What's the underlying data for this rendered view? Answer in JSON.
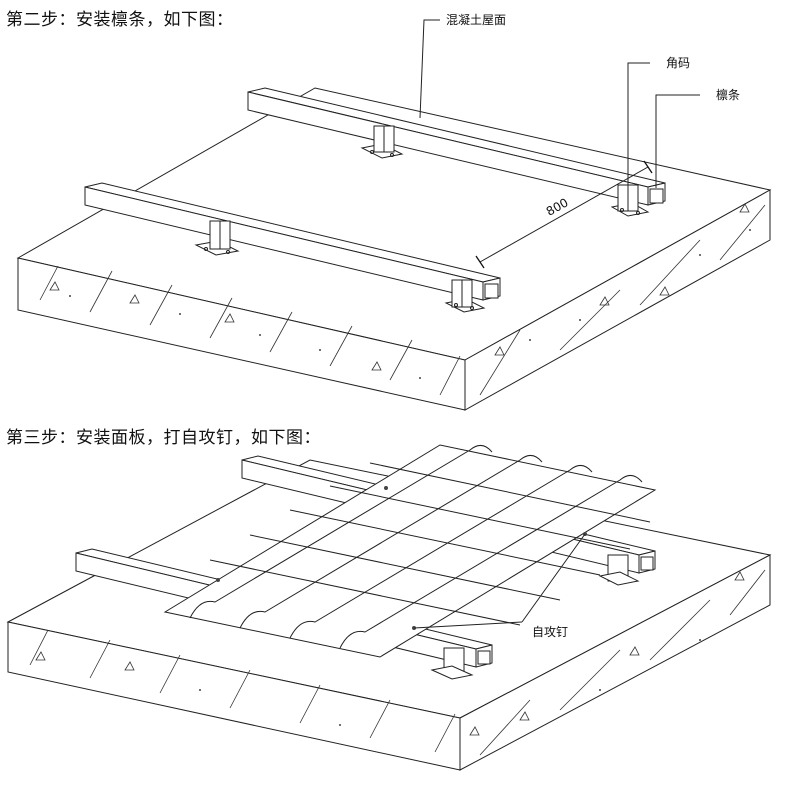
{
  "step2": {
    "title": "第二步：安装檩条，如下图：",
    "callouts": {
      "roof": "混凝土屋面",
      "bracket": "角码",
      "purlin": "檩条"
    },
    "dimension": "800"
  },
  "step3": {
    "title": "第三步：安装面板，打自攻钉，如下图：",
    "callouts": {
      "screw": "自攻钉"
    }
  }
}
